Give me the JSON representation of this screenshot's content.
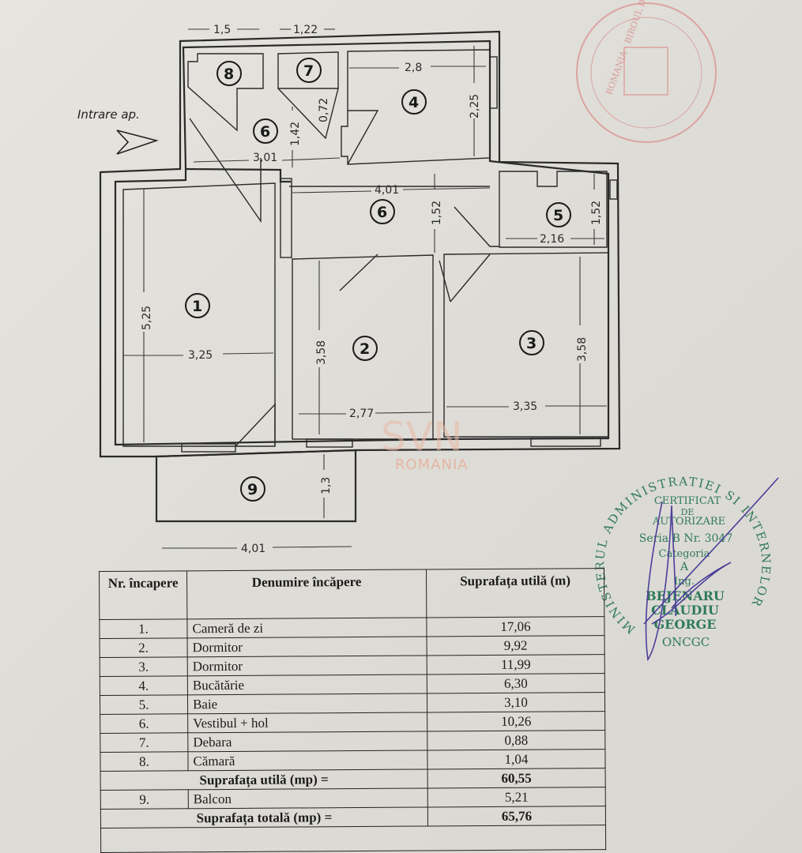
{
  "plan": {
    "entrance_label": "Intrare ap.",
    "room_numbers": [
      "1",
      "2",
      "3",
      "4",
      "5",
      "6",
      "6",
      "7",
      "8",
      "9"
    ],
    "dimensions": {
      "top_1": "1,5",
      "top_2": "1,22",
      "kitchen_width": "2,8",
      "kitchen_height": "2,25",
      "hall_1_height": "1,42",
      "debara_depth": "0,72",
      "hall_1_width": "3,01",
      "hall_2_width": "4,01",
      "hall_2_height": "1,52",
      "bath_height": "1,52",
      "bath_width": "2,16",
      "room1_height": "5,25",
      "room1_width": "3,25",
      "room2_height": "3,58",
      "room2_width": "2,77",
      "room3_height": "3,58",
      "room3_width": "3,35",
      "balcony_height": "1,3",
      "balcony_width": "4,01"
    }
  },
  "watermark": {
    "brand": "SVN",
    "sub": "ROMANIA"
  },
  "stamp_green": {
    "ring": "MINISTERUL ADMINISTRATIEI SI INTERNELOR",
    "line1": "CERTIFICAT",
    "line2": "DE",
    "line3": "AUTORIZARE",
    "series": "Seria B Nr. 3047",
    "category_label": "Categoria",
    "category": "A",
    "title": "Ing.",
    "name1": "BEJENARU",
    "name2": "CLAUDIU",
    "name3": "GEORGE",
    "org": "ONCGC"
  },
  "stamp_red": {
    "ring": "ROMANIA · BIROUL DE CADASTRU · BUCURESTI"
  },
  "table": {
    "headers": [
      "Nr. încapere",
      "Denumire încăpere",
      "Suprafața utilă (m)"
    ],
    "rows": [
      {
        "nr": "1.",
        "name": "Cameră de zi",
        "area": "17,06"
      },
      {
        "nr": "2.",
        "name": "Dormitor",
        "area": "9,92"
      },
      {
        "nr": "3.",
        "name": "Dormitor",
        "area": "11,99"
      },
      {
        "nr": "4.",
        "name": "Bucătărie",
        "area": "6,30"
      },
      {
        "nr": "5.",
        "name": "Baie",
        "area": "3,10"
      },
      {
        "nr": "6.",
        "name": "Vestibul + hol",
        "area": "10,26"
      },
      {
        "nr": "7.",
        "name": "Debara",
        "area": "0,88"
      },
      {
        "nr": "8.",
        "name": "Cămară",
        "area": "1,04"
      }
    ],
    "subtotal_label": "Suprafața utilă (mp) =",
    "subtotal_value": "60,55",
    "balcony": {
      "nr": "9.",
      "name": "Balcon",
      "area": "5,21"
    },
    "total_label": "Suprafața totală (mp) =",
    "total_value": "65,76"
  }
}
